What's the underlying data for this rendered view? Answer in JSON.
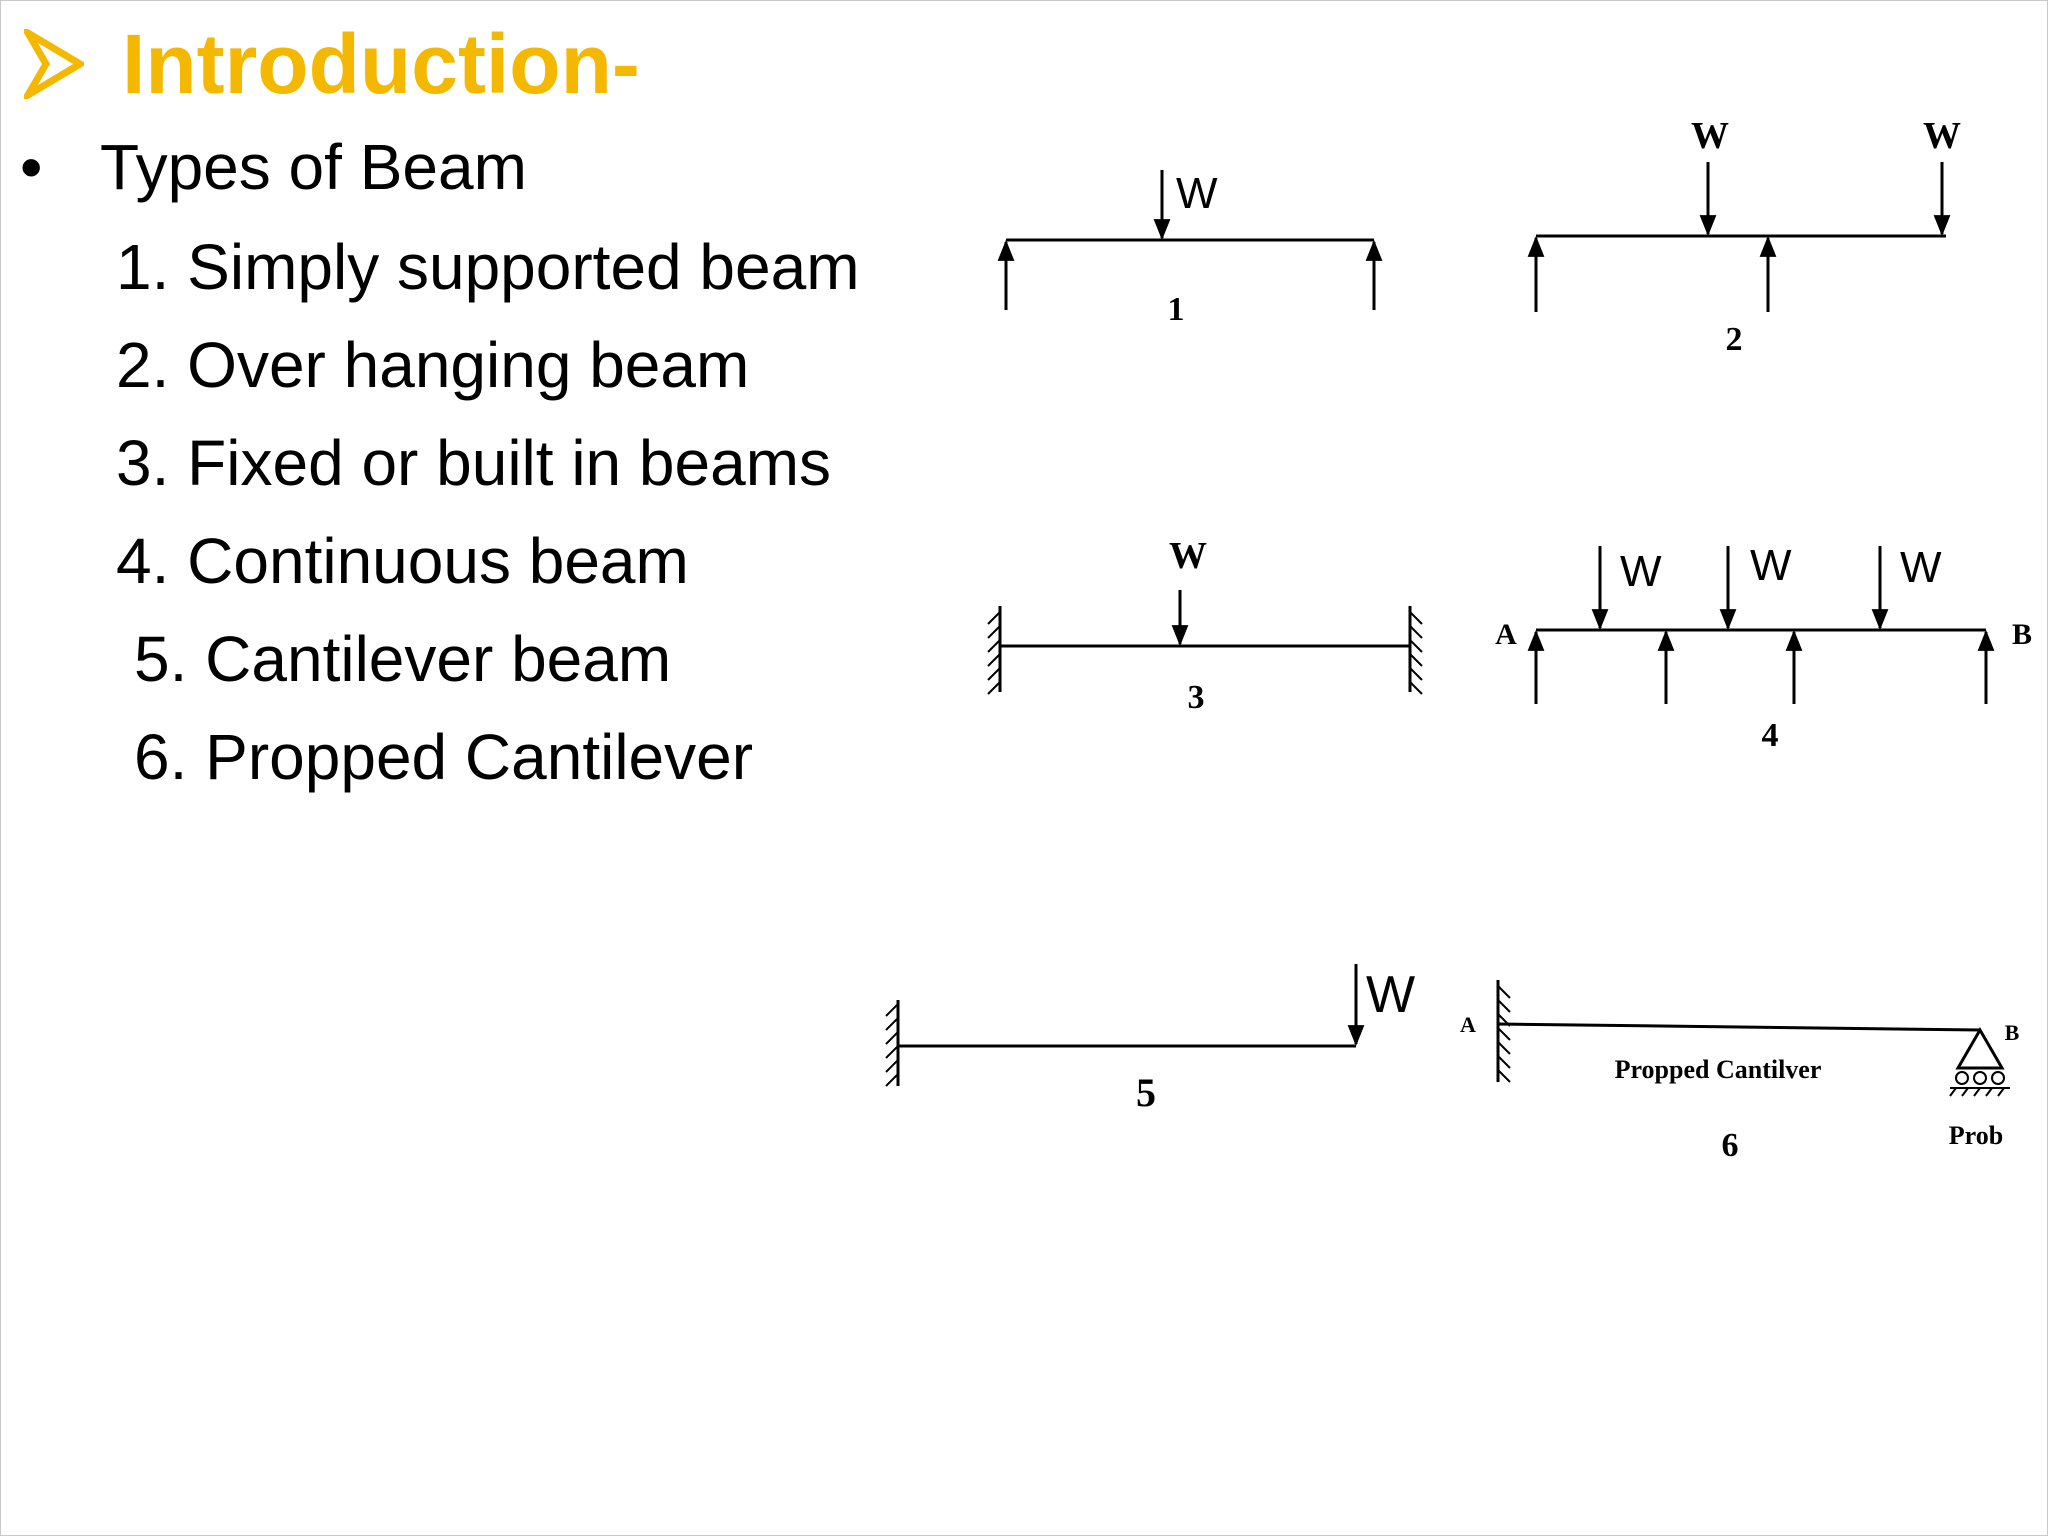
{
  "slide": {
    "title": "Introduction-",
    "accent_color": "#f5b800",
    "bullet": "Types of Beam",
    "items": [
      "1. Simply supported beam",
      "2. Over hanging beam",
      "3. Fixed or built in beams",
      "4. Continuous beam",
      "5. Cantilever beam",
      "6. Propped Cantilever"
    ]
  },
  "diagrams": {
    "d1": {
      "load": "W",
      "number": "1"
    },
    "d2": {
      "load1": "W",
      "load2": "W",
      "number": "2"
    },
    "d3": {
      "load": "W",
      "number": "3"
    },
    "d4": {
      "load1": "W",
      "load2": "W",
      "load3": "W",
      "left": "A",
      "right": "B",
      "number": "4"
    },
    "d5": {
      "load": "W",
      "number": "5"
    },
    "d6": {
      "left": "A",
      "right": "B",
      "caption": "Propped Cantilver",
      "support": "Prob",
      "number": "6"
    }
  }
}
